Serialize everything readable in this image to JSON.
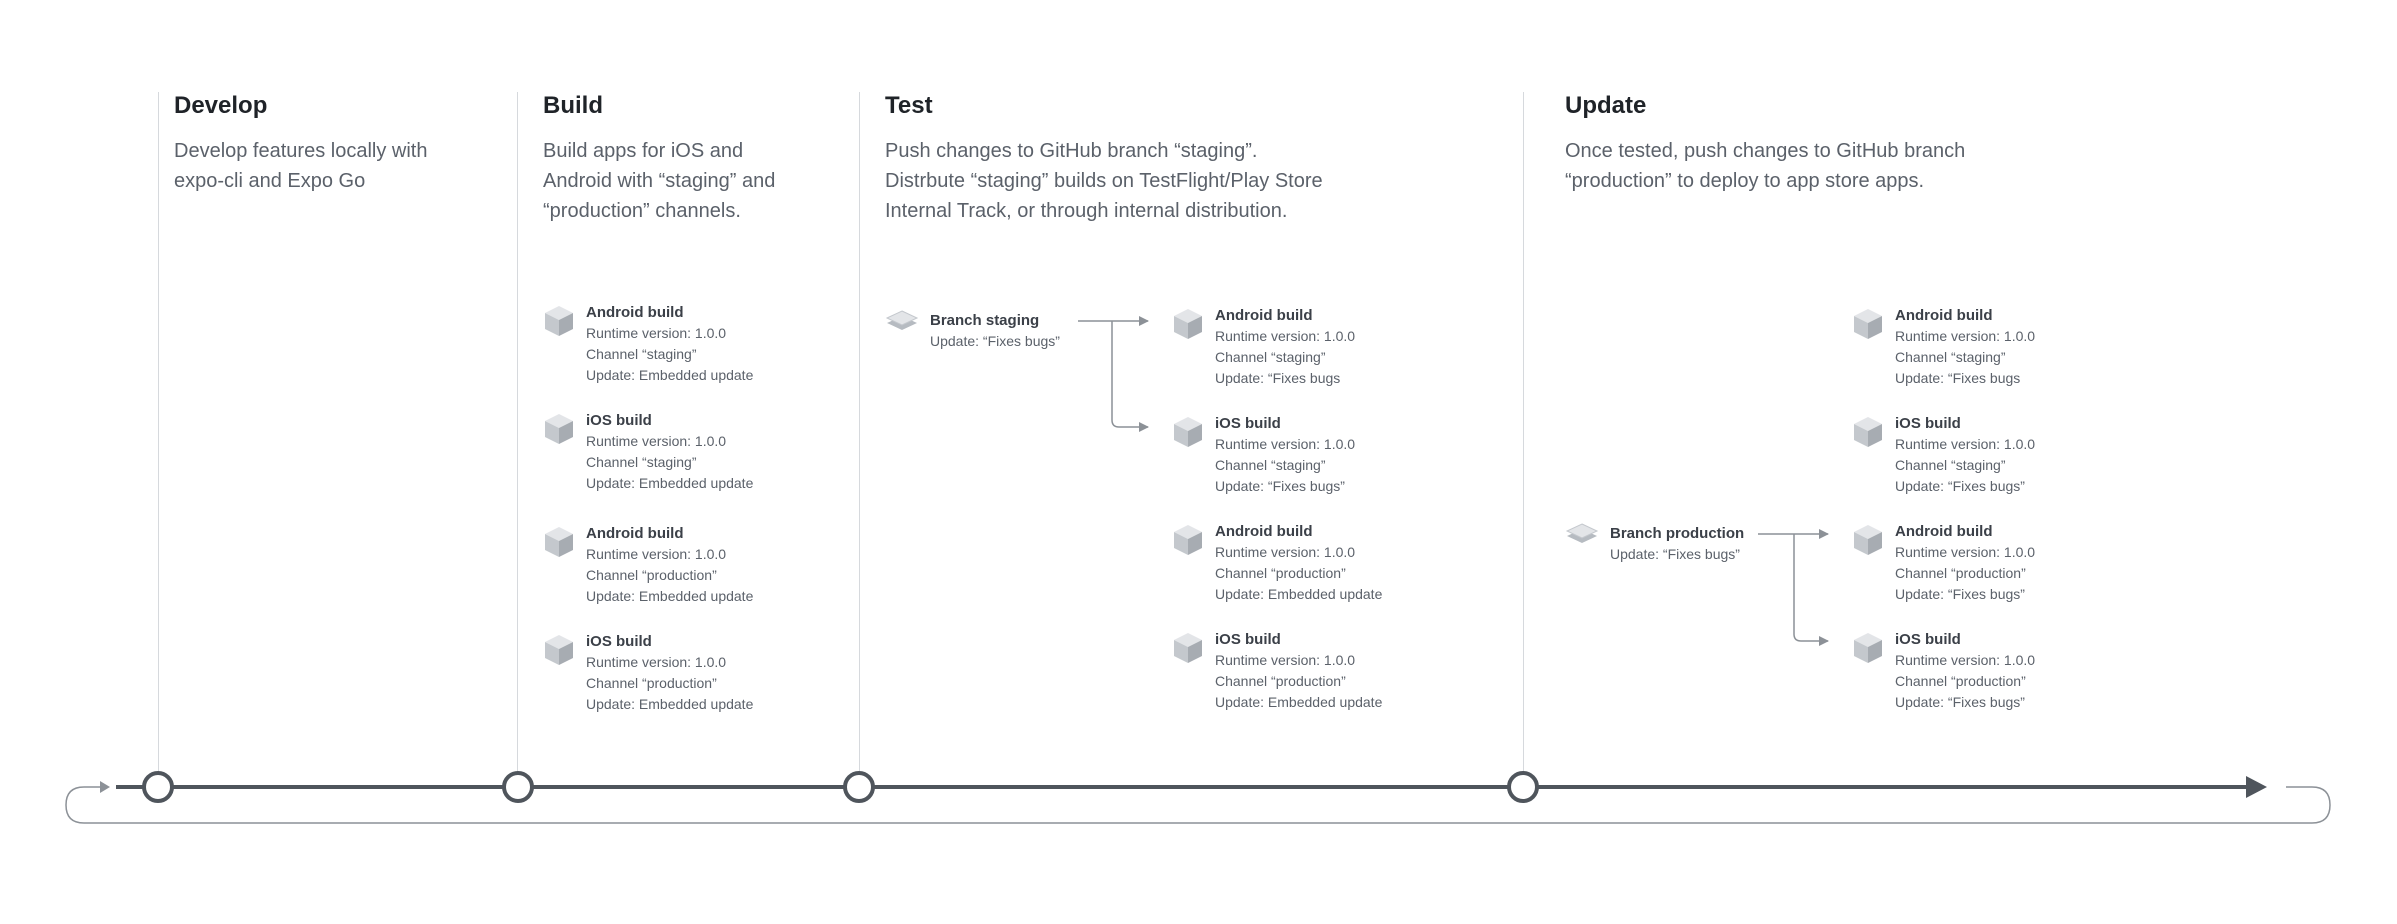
{
  "colors": {
    "timeline": "#4f555c",
    "divider": "#d6d9dd",
    "connector": "#8c9197"
  },
  "stages": [
    {
      "title": "Develop",
      "description": "Develop features locally with\nexpo-cli and Expo Go"
    },
    {
      "title": "Build",
      "description": "Build apps for iOS and\nAndroid with “staging” and\n“production” channels.",
      "builds": [
        {
          "title": "Android build",
          "lines": [
            "Runtime version: 1.0.0",
            "Channel “staging”",
            "Update: Embedded update"
          ]
        },
        {
          "title": "iOS build",
          "lines": [
            "Runtime version: 1.0.0",
            "Channel “staging”",
            "Update: Embedded update"
          ]
        },
        {
          "title": "Android build",
          "lines": [
            "Runtime version: 1.0.0",
            "Channel “production”",
            "Update: Embedded update"
          ]
        },
        {
          "title": "iOS build",
          "lines": [
            "Runtime version: 1.0.0",
            "Channel “production”",
            "Update: Embedded update"
          ]
        }
      ]
    },
    {
      "title": "Test",
      "description": "Push changes to GitHub branch “staging”.\nDistrbute “staging” builds on TestFlight/Play Store\nInternal Track, or through internal distribution.",
      "branch": {
        "title": "Branch staging",
        "lines": [
          "Update: “Fixes bugs”"
        ]
      },
      "builds": [
        {
          "title": "Android build",
          "lines": [
            "Runtime version: 1.0.0",
            "Channel “staging”",
            "Update: “Fixes bugs"
          ]
        },
        {
          "title": "iOS build",
          "lines": [
            "Runtime version: 1.0.0",
            "Channel “staging”",
            "Update: “Fixes bugs”"
          ]
        },
        {
          "title": "Android build",
          "lines": [
            "Runtime version: 1.0.0",
            "Channel “production”",
            "Update: Embedded update"
          ]
        },
        {
          "title": "iOS build",
          "lines": [
            "Runtime version: 1.0.0",
            "Channel “production”",
            "Update: Embedded update"
          ]
        }
      ]
    },
    {
      "title": "Update",
      "description": "Once tested, push changes to GitHub branch\n“production” to deploy to app store apps.",
      "branch": {
        "title": "Branch production",
        "lines": [
          "Update: “Fixes bugs”"
        ]
      },
      "builds": [
        {
          "title": "Android build",
          "lines": [
            "Runtime version: 1.0.0",
            "Channel “staging”",
            "Update: “Fixes bugs"
          ]
        },
        {
          "title": "iOS build",
          "lines": [
            "Runtime version: 1.0.0",
            "Channel “staging”",
            "Update: “Fixes bugs”"
          ]
        },
        {
          "title": "Android build",
          "lines": [
            "Runtime version: 1.0.0",
            "Channel “production”",
            "Update: “Fixes bugs”"
          ]
        },
        {
          "title": "iOS build",
          "lines": [
            "Runtime version: 1.0.0",
            "Channel “production”",
            "Update: “Fixes bugs”"
          ]
        }
      ]
    }
  ]
}
